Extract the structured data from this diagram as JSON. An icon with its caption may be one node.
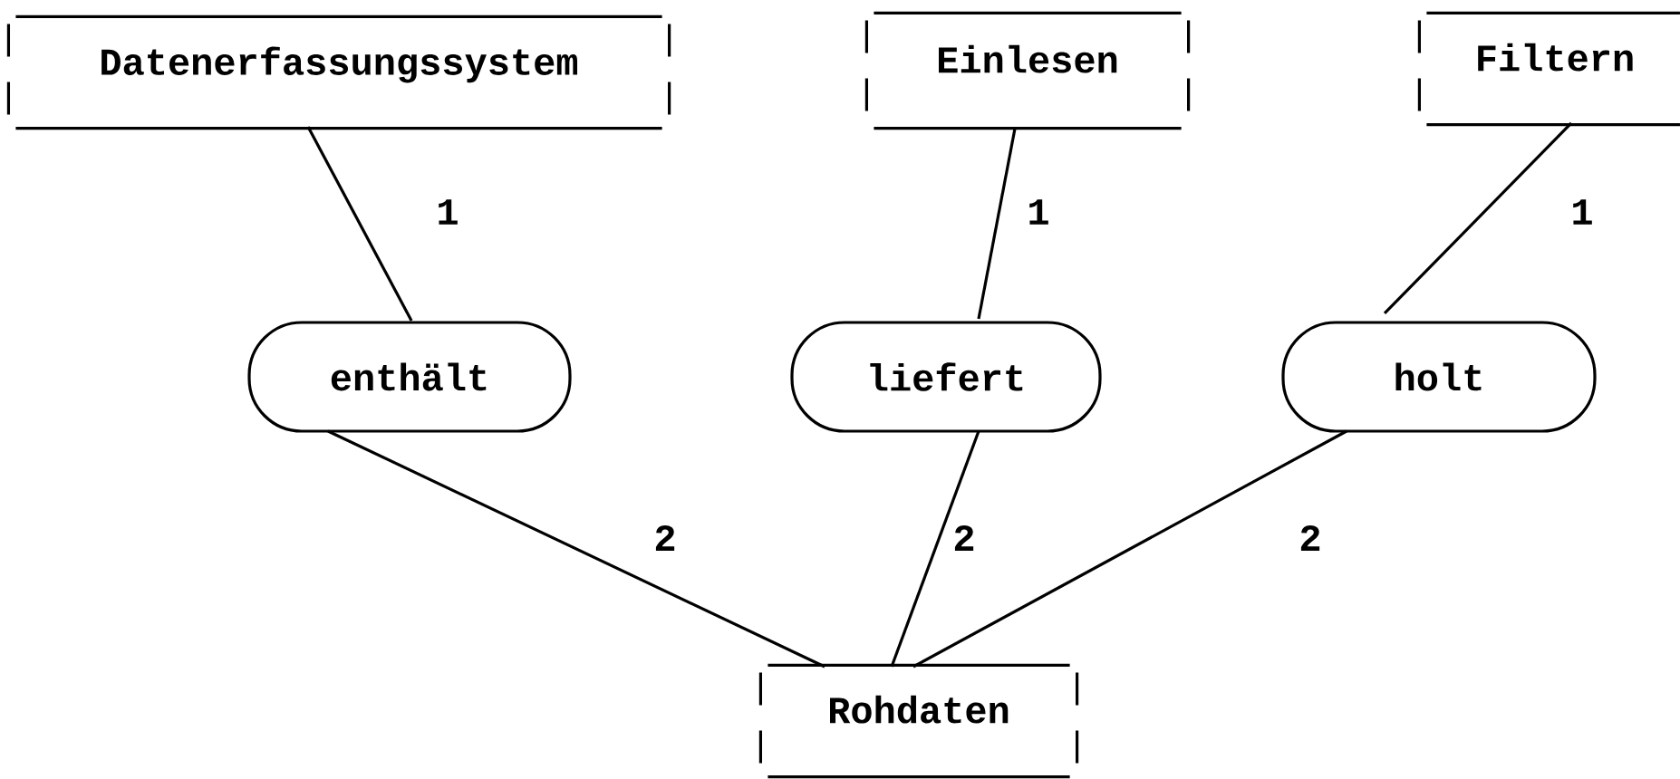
{
  "diagram": {
    "nodes": [
      {
        "text": [
          "Datenerfassungssystem"
        ]
      },
      {
        "text": [
          "Einlesen"
        ]
      },
      {
        "text": [
          "Filtern"
        ]
      },
      {
        "text": [
          "enthält"
        ]
      },
      {
        "text": [
          "liefert"
        ]
      },
      {
        "text": [
          "holt"
        ]
      },
      {
        "text": [
          "Rohdaten"
        ]
      }
    ],
    "edges": [
      {
        "from": 0,
        "to": 3,
        "arrow": "none",
        "label": "1"
      },
      {
        "from": 1,
        "to": 4,
        "arrow": "none",
        "label": "1"
      },
      {
        "from": 2,
        "to": 5,
        "arrow": "none",
        "label": "1"
      },
      {
        "from": 3,
        "to": 6,
        "arrow": "none",
        "label": "2"
      },
      {
        "from": 4,
        "to": 6,
        "arrow": "none",
        "label": "2"
      },
      {
        "from": 5,
        "to": 6,
        "arrow": "none",
        "label": "2"
      }
    ]
  }
}
